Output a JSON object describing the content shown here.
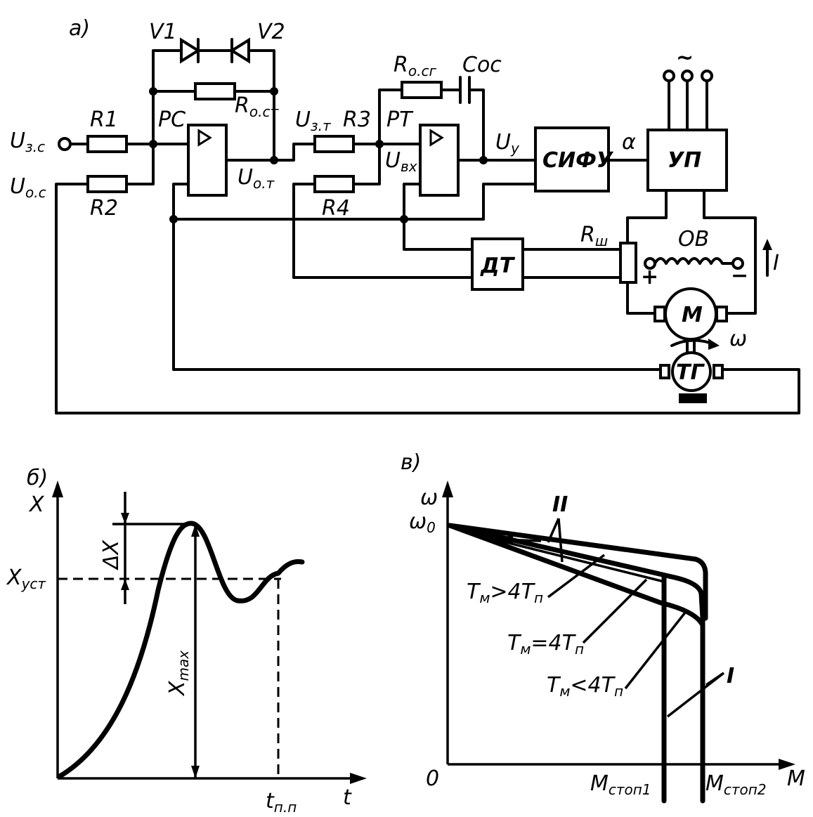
{
  "panel_a": {
    "tag": "а)",
    "input_task": "U",
    "input_task_sub": "з.с",
    "input_fb": "U",
    "input_fb_sub": "о.с",
    "r1": "R1",
    "r2": "R2",
    "r3": "R3",
    "r4": "R4",
    "v1": "V1",
    "v2": "V2",
    "rc": "РС",
    "rt": "РТ",
    "ro_ct": "R",
    "ro_ct_sub": "о.ст",
    "ro_cz": "R",
    "ro_cz_sub": "о.сг",
    "c_oc": "Cос",
    "u_zt": "U",
    "u_zt_sub": "з.т",
    "u_ot": "U",
    "u_ot_sub": "о.т",
    "u_vx": "U",
    "u_vx_sub": "вх",
    "u_y": "U",
    "u_y_sub": "у",
    "sifu": "СИФУ",
    "alpha": "α",
    "up": "УП",
    "ac": "~",
    "dt": "ДТ",
    "r_sh": "R",
    "r_sh_sub": "ш",
    "ov": "ОВ",
    "plus": "+",
    "minus": "−",
    "current": "I",
    "motor": "М",
    "omega": "ω",
    "tg": "ТГ"
  },
  "panel_b": {
    "tag": "б)",
    "y_axis": "X",
    "x_axis": "t",
    "x_ust": "X",
    "x_ust_sub": "уст",
    "delta_x": "ΔX",
    "x_max": "X",
    "x_max_sub": "max",
    "t_pp": "t",
    "t_pp_sub": "п.п"
  },
  "panel_c": {
    "tag": "в)",
    "y_axis": "ω",
    "omega0": "ω",
    "omega0_sub": "0",
    "origin": "0",
    "x_axis": "M",
    "label_II": "II",
    "label_I": "I",
    "tm_gt": "T",
    "tm_gt_mid": "м",
    "tm_gt_rel": ">4T",
    "tm_gt_end": "п",
    "tm_eq": "T",
    "tm_eq_mid": "м",
    "tm_eq_rel": "=4T",
    "tm_eq_end": "п",
    "tm_lt": "T",
    "tm_lt_mid": "м",
    "tm_lt_rel": "<4T",
    "tm_lt_end": "п",
    "m_stop1": "M",
    "m_stop1_sub": "стоп1",
    "m_stop2": "M",
    "m_stop2_sub": "стоп2"
  }
}
